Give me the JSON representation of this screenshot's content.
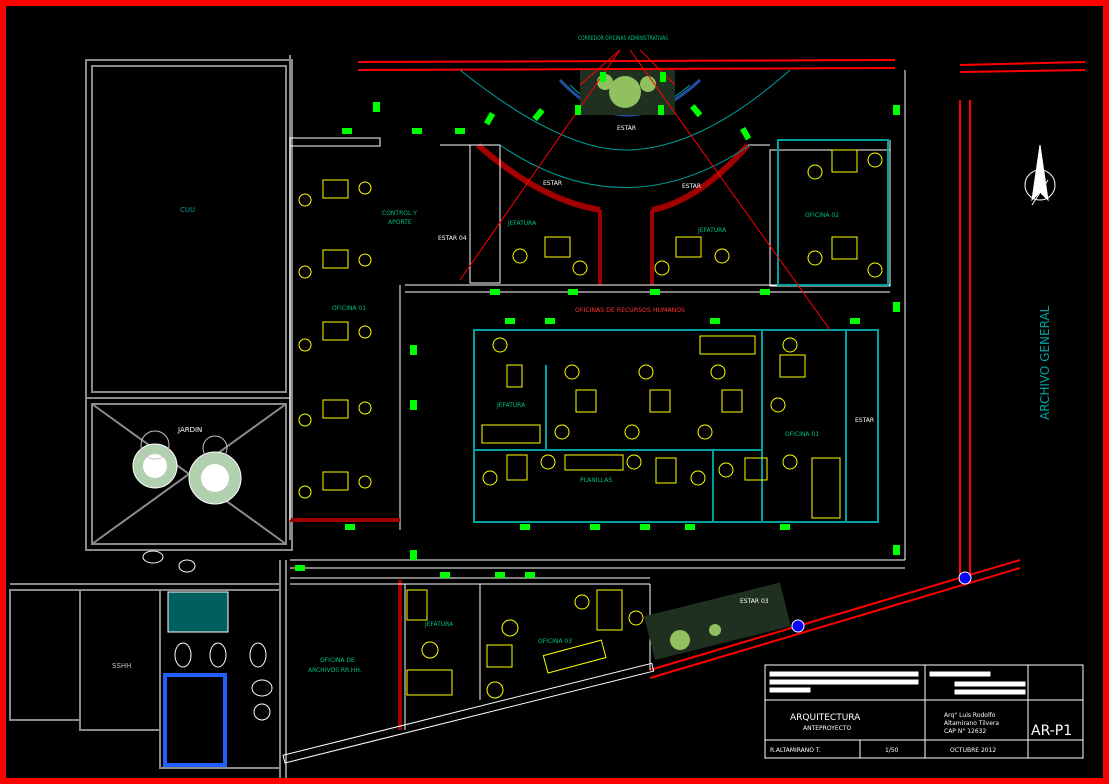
{
  "sheet": {
    "border_color": "#ff0000",
    "background": "#000000"
  },
  "labels": {
    "corredor": "CORREDOR OFICINAS ADMINISTRATIVAS",
    "cuu": "CUU",
    "control": "CONTROL Y",
    "aporte": "APORTE",
    "estar_top": "ESTAR",
    "estar_l": "ESTAR",
    "estar_r": "ESTAR",
    "jefatura_tl": "JEFATURA",
    "jefatura_tr": "JEFATURA",
    "oficina_tr": "OFICINA 02",
    "estar04": "ESTAR 04",
    "oficina01": "OFICINA 01",
    "jardin": "JARDIN",
    "oficinas_recursos": "OFICINAS DE RECURSOS HUMANOS",
    "jefatura_c": "JEFATURA",
    "oficina01_r": "OFICINA 01",
    "estar_c": "ESTAR",
    "planillas": "PLANILLAS",
    "archivo": "ARCHIVO GENERAL",
    "estar03": "ESTAR 03",
    "oficina_archivos_1": "OFICINA DE",
    "oficina_archivos_2": "ARCHIVOS RR.HH.",
    "jefatura_b": "JEFATURA",
    "oficina_b": "OFICINA 03",
    "sshh": "SSHH"
  },
  "title_block": {
    "discipline": "ARQUITECTURA",
    "phase": "ANTEPROYECTO",
    "architect_1": "Arq° Luis Rodolfo",
    "architect_2": "Altamirano Tilvera",
    "architect_3": "CAP N° 12632",
    "drawn_by": "R.ALTAMIRANO T.",
    "scale": "1/50",
    "date": "OCTUBRE 2012",
    "sheet_code": "AR-P1"
  },
  "colors": {
    "wall": "#7f7f7f",
    "wall_light": "#bfbfbf",
    "red": "#ff0000",
    "green": "#00ff00",
    "cyan": "#00a0a0",
    "yellow": "#ffff00",
    "white": "#ffffff",
    "darkred": "#a00000",
    "blue": "#0000ff"
  }
}
